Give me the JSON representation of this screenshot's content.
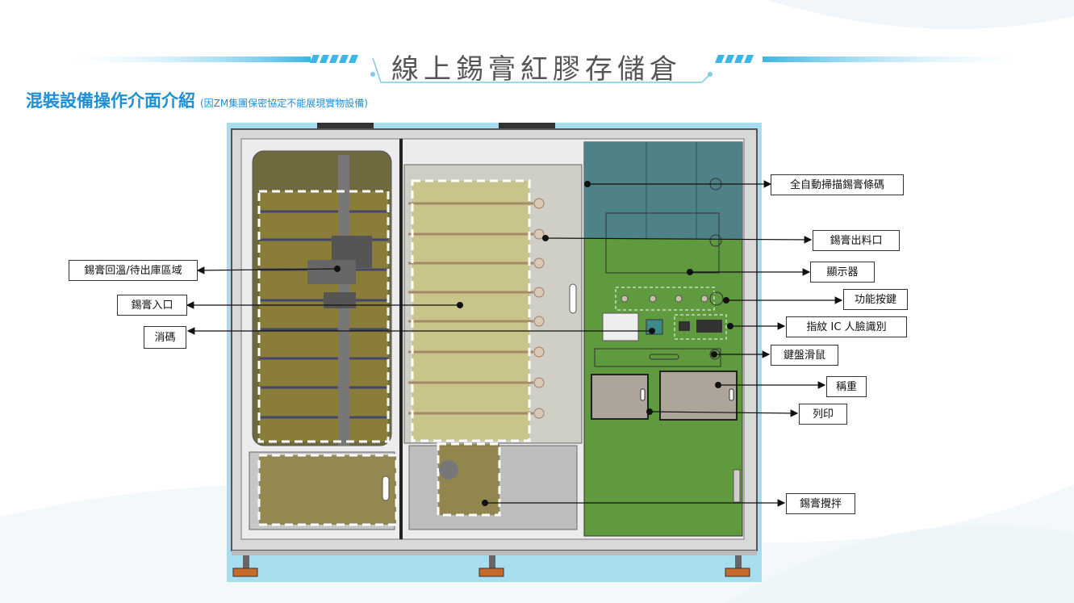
{
  "slide": {
    "title": "線上錫膏紅膠存儲倉",
    "heading": "混裝設備操作介面介紹",
    "heading_note": "(因ZM集團保密協定不能展現實物設備)"
  },
  "callouts_left": [
    {
      "id": "reflow",
      "label": "錫膏回溫/待出庫區域"
    },
    {
      "id": "inlet",
      "label": "錫膏入口"
    },
    {
      "id": "eliminate",
      "label": "消碼"
    }
  ],
  "callouts_right": [
    {
      "id": "scan",
      "label": "全自動掃描錫膏條碼"
    },
    {
      "id": "outlet",
      "label": "錫膏出料口"
    },
    {
      "id": "display",
      "label": "顯示器"
    },
    {
      "id": "buttons",
      "label": "功能按鍵"
    },
    {
      "id": "finger",
      "label": "指紋 IC 人臉識別"
    },
    {
      "id": "keyboard",
      "label": "鍵盤滑鼠"
    },
    {
      "id": "weigh",
      "label": "稱重"
    },
    {
      "id": "print",
      "label": "列印"
    },
    {
      "id": "stir",
      "label": "錫膏攪拌"
    }
  ],
  "colors": {
    "accent": "#1c8fd6",
    "machine_bg": "#a8dcef",
    "panel_green": "#5f9a3e",
    "panel_olive": "#8a7d3a"
  }
}
